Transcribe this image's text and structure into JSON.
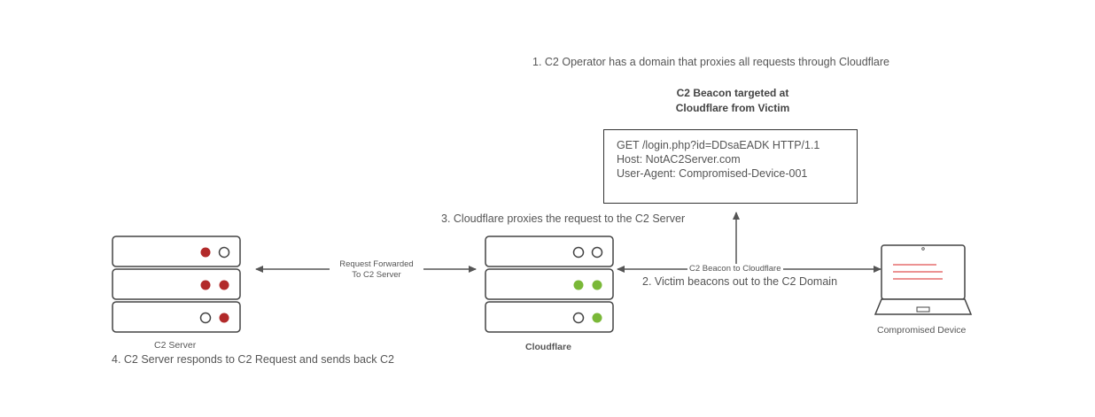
{
  "notes": {
    "step1": "1. C2 Operator has a domain that proxies all requests through Cloudflare",
    "step2": "2. Victim beacons out to the C2 Domain",
    "step3": "3. Cloudflare proxies the request to the C2 Server",
    "step4": "4. C2 Server responds to C2 Request and sends back C2"
  },
  "request_box": {
    "title_line1": "C2 Beacon targeted at",
    "title_line2": "Cloudflare from Victim",
    "lines": [
      "GET /login.php?id=DDsaEADK HTTP/1.1",
      "Host: NotAC2Server.com",
      "User-Agent: Compromised-Device-001"
    ]
  },
  "nodes": {
    "c2_server": "C2 Server",
    "cloudflare": "Cloudflare",
    "device": "Compromised Device"
  },
  "edges": {
    "forward_line1": "Request Forwarded",
    "forward_line2": "To C2 Server",
    "beacon": "C2 Beacon to Cloudflare"
  },
  "colors": {
    "red": "#b22a2a",
    "green": "#7ab838",
    "line": "#555555",
    "laptop_lines": "#e05050"
  }
}
